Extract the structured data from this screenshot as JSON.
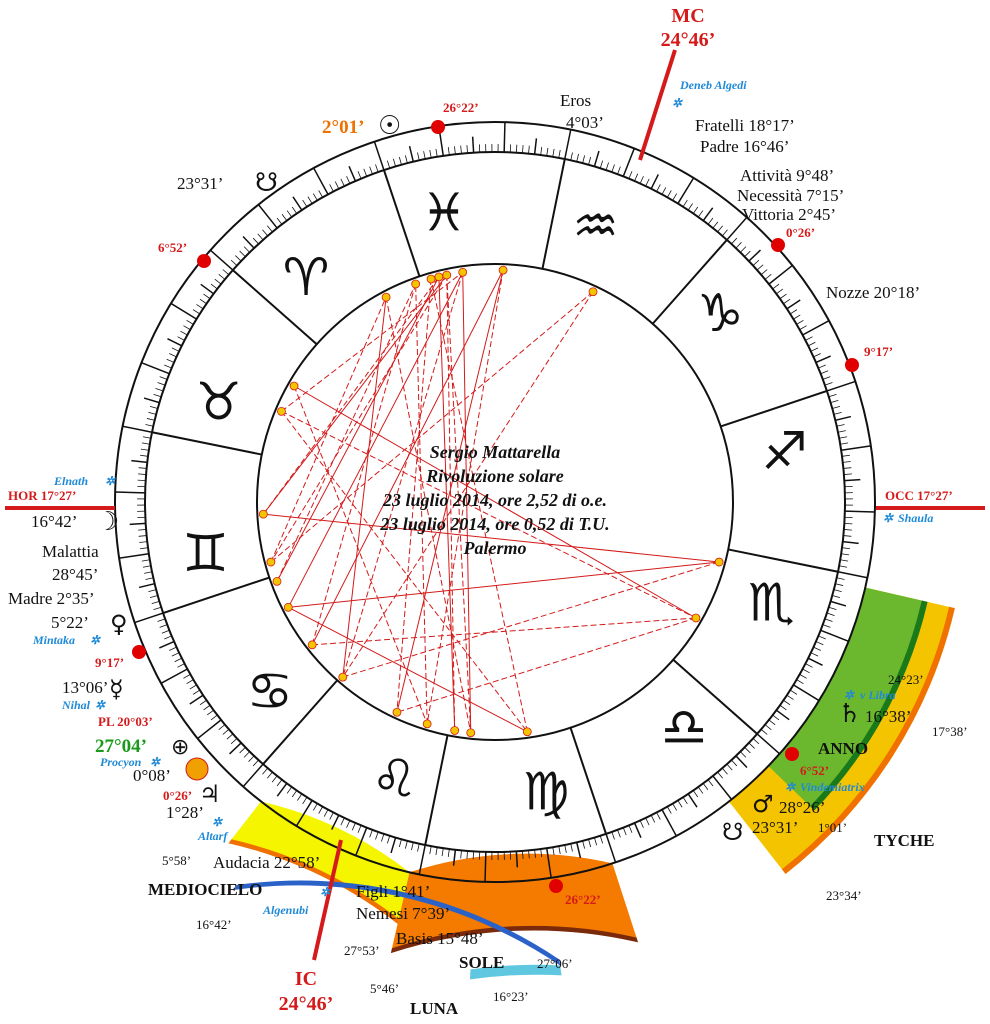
{
  "axes": {
    "mc": {
      "label": "MC",
      "degree": "24°46’"
    },
    "ic": {
      "label": "IC",
      "degree": "24°46’"
    },
    "hor": {
      "label": "HOR 17°27’"
    },
    "occ": {
      "label": "OCC 17°27’"
    }
  },
  "center": {
    "line1": "Sergio Mattarella",
    "line2": "Rivoluzione solare",
    "line3": "23 luglio 2014, ore 2,52 di o.e.",
    "line4": "23 luglio 2014, ore 0,52 di T.U.",
    "line5": "Palermo"
  },
  "signs": [
    "♓",
    "♒",
    "♑",
    "♐",
    "♏",
    "♎",
    "♍",
    "♌",
    "♋",
    "♊",
    "♉",
    "♈"
  ],
  "labels": {
    "eros": "Eros",
    "eros_deg": "4°03’",
    "fratelli": "Fratelli 18°17’",
    "padre": "Padre 16°46’",
    "attivita": "Attività 9°48’",
    "necessita": "Necessità 7°15’",
    "vittoria": "Vittoria 2°45’",
    "nozze": "Nozze 20°18’",
    "node_deg": "23°31’",
    "malattia": "Malattia",
    "malattia_deg": "28°45’",
    "madre": "Madre 2°35’",
    "moon_deg": "16°42’",
    "venus_deg": "5°22’",
    "mercury_deg": "13°06’",
    "sun_deg": "0°08’",
    "jupiter_deg": "1°28’",
    "saturn_deg": "16°38’",
    "mars_deg": "28°26’",
    "node2_deg": "23°31’",
    "deg_1_01": "1°01’",
    "audacia": "Audacia 22°58’",
    "figli": "Figli 1°41’",
    "nemesi": "Nemesi 7°39’",
    "basis": "Basis 15°48’"
  },
  "red_labels": {
    "r_26_22_top": "26°22’",
    "r_6_52_left": "6°52’",
    "r_0_26_right": "0°26’",
    "r_9_17_right": "9°17’",
    "r_9_17_left": "9°17’",
    "pl": "PL 20°03’",
    "r_0_26_left": "0°26’",
    "r_6_52_anno": "6°52’",
    "r_26_22_sole": "26°22’"
  },
  "other": {
    "sun_orange": "2°01’",
    "earth_green": "27°04’"
  },
  "stars": {
    "deneb": "Deneb Algedi",
    "elnath": "Elnath",
    "shaula": "Shaula",
    "mintaka": "Mintaka",
    "nihal": "Nihal",
    "procyon": "Procyon",
    "altarf": "Altarf",
    "algenubi": "Algenubi",
    "vlibra": "ν Libra",
    "vindemiatrix": "Vindemiatrix"
  },
  "sectors": {
    "anno": {
      "label": "ANNO",
      "start": "24°23’",
      "color": "#6bb82e"
    },
    "tyche": {
      "label": "TYCHE",
      "start": "17°38’",
      "end": "23°34’",
      "color": "#f5c400"
    },
    "mediocielo": {
      "label": "MEDIOCIELO",
      "start": "5°58’",
      "end": "16°42’",
      "color": "#f5f500"
    },
    "sole": {
      "label": "SOLE",
      "start": "27°53’",
      "end": "27°06’",
      "color": "#f57a00"
    },
    "luna": {
      "label": "LUNA",
      "start": "5°46’",
      "end": "16°23’",
      "color": "#5fc8e0"
    }
  },
  "colors": {
    "aspect": "#d41a1a",
    "axis": "#d41a1a",
    "point": "#f5c400",
    "star": "#1f8ad6"
  }
}
